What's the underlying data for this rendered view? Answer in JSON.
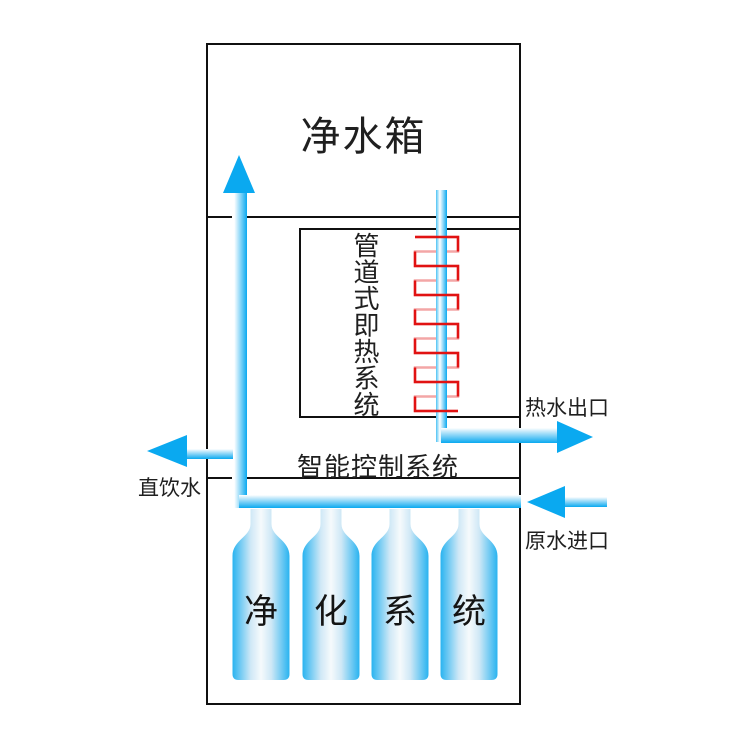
{
  "diagram": {
    "tank": {
      "label": "净水箱"
    },
    "heater": {
      "label": "管道式即热系统"
    },
    "control": {
      "label": "智能控制系统"
    },
    "purifier": {
      "chars": [
        "净",
        "化",
        "系",
        "统"
      ]
    },
    "flows": {
      "drinking_water": "直饮水",
      "hot_water_outlet": "热水出口",
      "raw_water_inlet": "原水进口"
    },
    "colors": {
      "pipe_blue": "#0aa9f0",
      "coil_red": "#e11212",
      "coil_red_light": "#f3a6a6",
      "outline_black": "#101010",
      "bottle_blue": "#29b3f0",
      "text_color": "#1f1f1f"
    }
  }
}
